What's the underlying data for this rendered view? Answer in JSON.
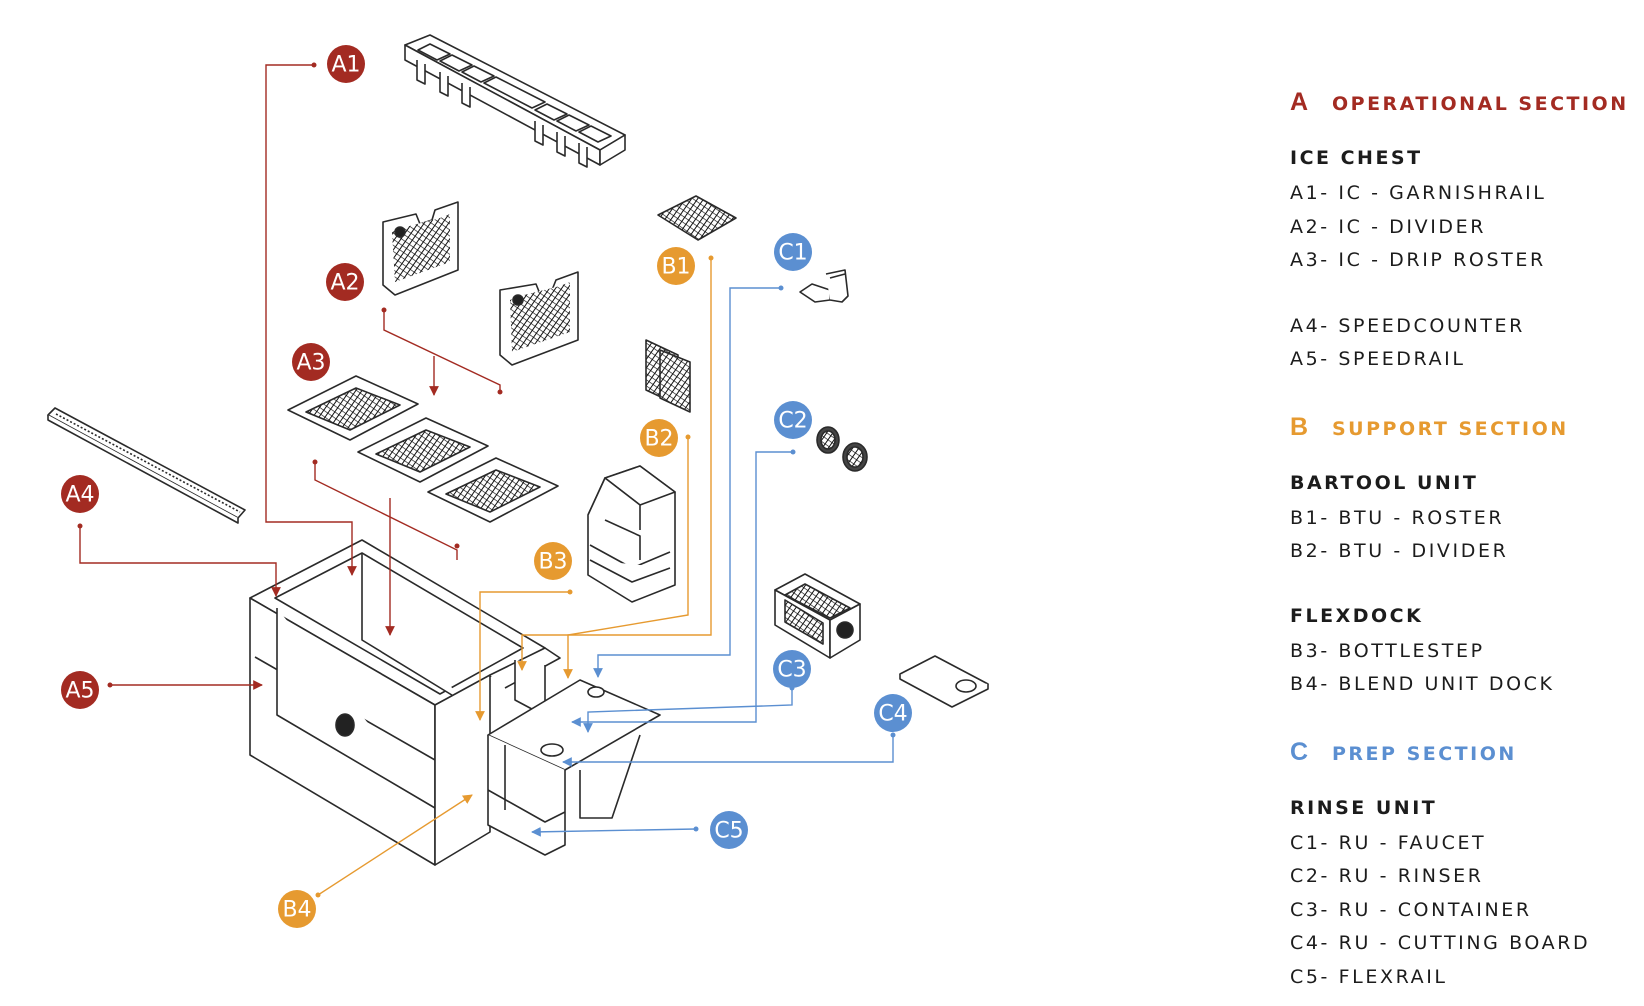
{
  "colors": {
    "A": "#a32b22",
    "B": "#e69a30",
    "C": "#5b8fd1",
    "line": "#2a2a2a"
  },
  "badges": [
    "A1",
    "A2",
    "A3",
    "A4",
    "A5",
    "B1",
    "B2",
    "B3",
    "B4",
    "C1",
    "C2",
    "C3",
    "C4",
    "C5"
  ],
  "legend": {
    "sectionA": {
      "letter": "A",
      "title": "OPERATIONAL SECTION"
    },
    "iceChest": {
      "title": "ICE CHEST",
      "items": [
        "A1- IC - GARNISHRAIL",
        "A2- IC - DIVIDER",
        "A3- IC - DRIP ROSTER"
      ]
    },
    "aExtra": [
      "A4- SPEEDCOUNTER",
      "A5- SPEEDRAIL"
    ],
    "sectionB": {
      "letter": "B",
      "title": "SUPPORT SECTION"
    },
    "bartool": {
      "title": "BARTOOL UNIT",
      "items": [
        "B1- BTU - ROSTER",
        "B2- BTU - DIVIDER"
      ]
    },
    "flexdock": {
      "title": "FLEXDOCK",
      "items": [
        "B3- BOTTLESTEP",
        "B4- BLEND UNIT DOCK"
      ]
    },
    "sectionC": {
      "letter": "C",
      "title": "PREP SECTION"
    },
    "rinse": {
      "title": "RINSE UNIT",
      "items": [
        "C1- RU - FAUCET",
        "C2- RU - RINSER",
        "C3- RU - CONTAINER",
        "C4- RU - CUTTING BOARD",
        "C5- FLEXRAIL"
      ]
    }
  }
}
